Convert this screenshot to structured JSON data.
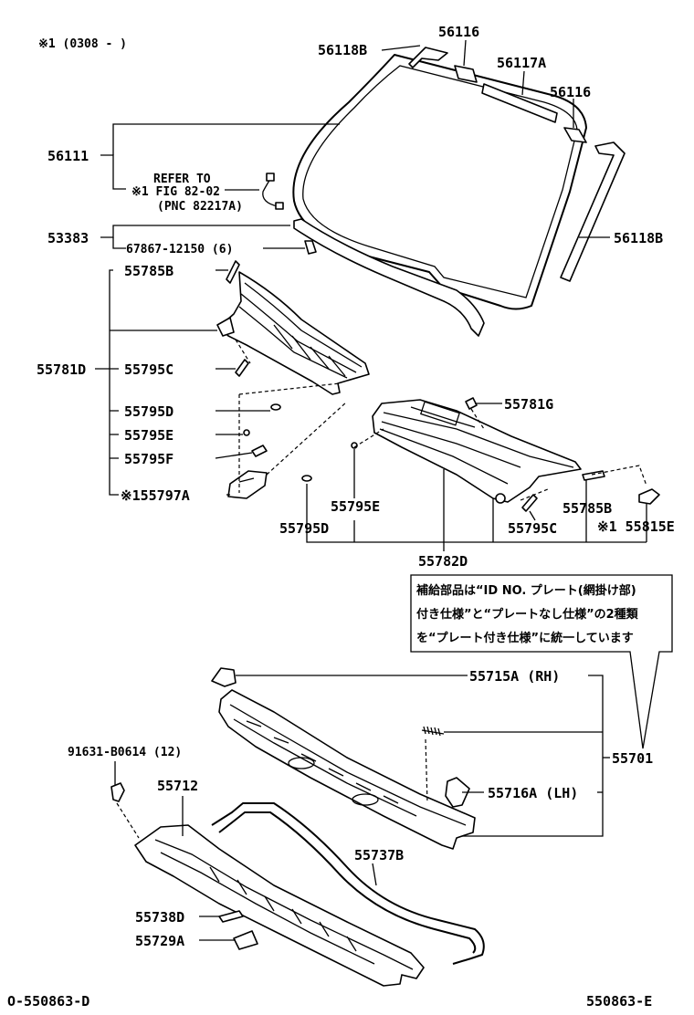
{
  "header_note": "※1 (0308 -        )",
  "labels": {
    "l56118B_top": "56118B",
    "l56116_top": "56116",
    "l56117A": "56117A",
    "l56116_right": "56116",
    "l56111": "56111",
    "refer_to": "REFER TO",
    "fig": "※1 FIG 82-02",
    "pnc": "(PNC 82217A)",
    "l56118B_right": "56118B",
    "l53383": "53383",
    "l67867": "67867-12150 (6)",
    "l55785B_left": "55785B",
    "l55781D": "55781D",
    "l55795C_left": "55795C",
    "l55795D_left": "55795D",
    "l55795E_left": "55795E",
    "l55795F": "55795F",
    "l55797A": "※155797A",
    "l55781G": "55781G",
    "l55795E_mid": "55795E",
    "l55795D_mid": "55795D",
    "l55795C_right": "55795C",
    "l55785B_right": "55785B",
    "l55815E": "※1 55815E",
    "l55782D": "55782D",
    "l55715A": "55715A (RH)",
    "l55701": "55701",
    "l55716A": "55716A (LH)",
    "l91631": "91631-B0614 (12)",
    "l55712": "55712",
    "l55737B": "55737B",
    "l55738D": "55738D",
    "l55729A": "55729A",
    "footer_left": "O-550863-D",
    "footer_right": "550863-E"
  },
  "callout": {
    "line1": "補給部品は“ID NO. プレート(網掛け部)",
    "line2": "付き仕様”と“プレートなし仕様”の2種類",
    "line3": "を“プレート付き仕様”に統一しています"
  }
}
